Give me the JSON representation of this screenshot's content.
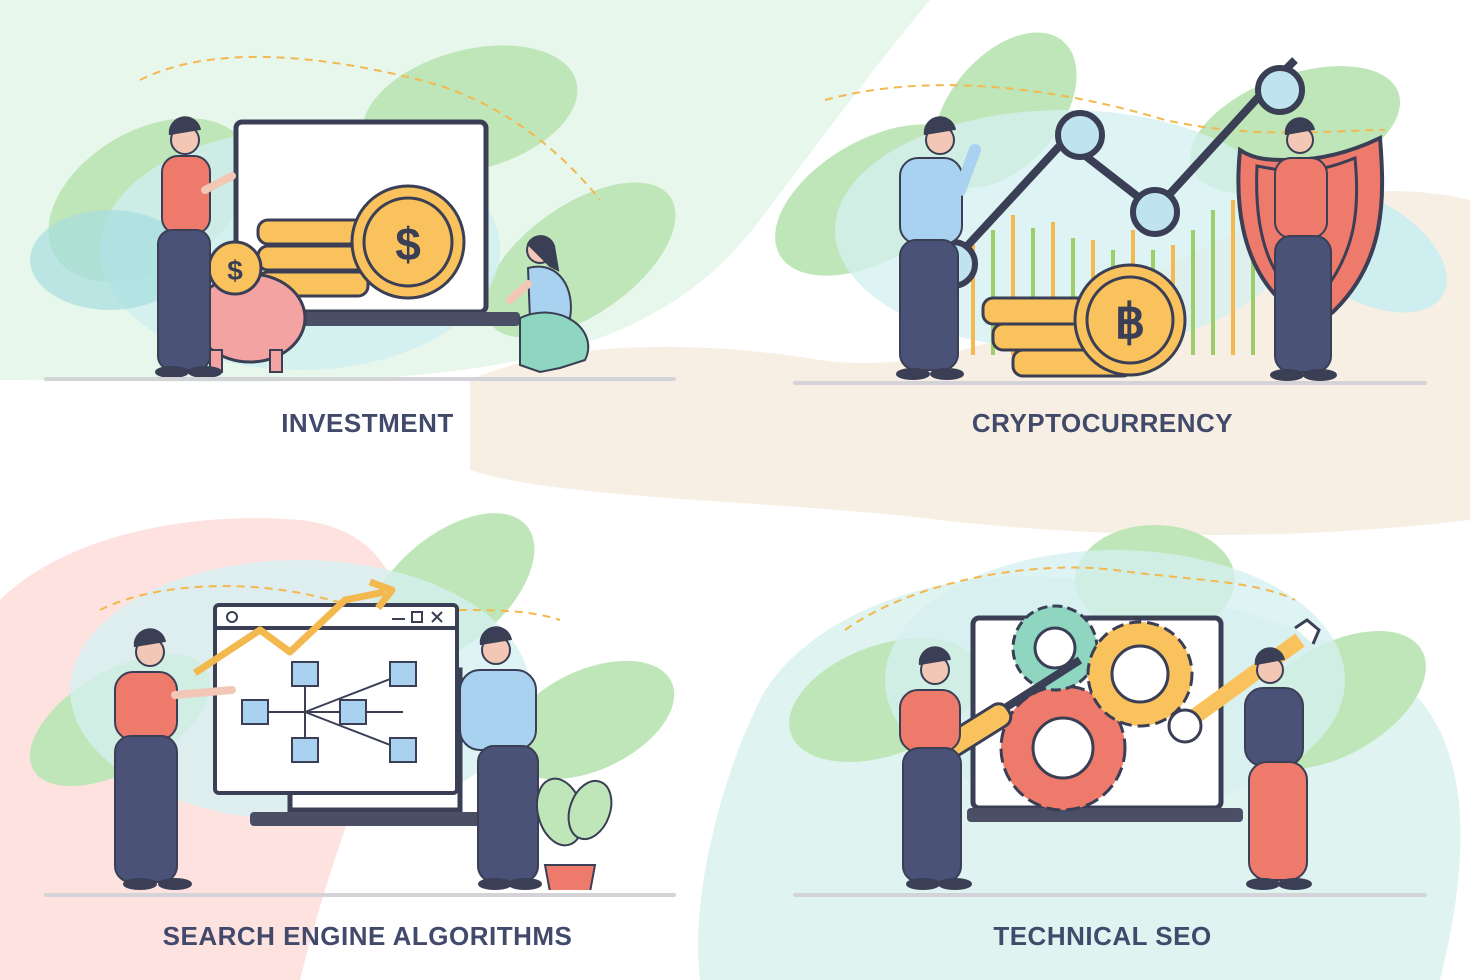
{
  "panels": [
    {
      "title": "INVESTMENT",
      "icon": "piggy-bank-coins-icon"
    },
    {
      "title": "CRYPTOCURRENCY",
      "icon": "bitcoin-chart-icon"
    },
    {
      "title": "SEARCH ENGINE ALGORITHMS",
      "icon": "network-graph-icon"
    },
    {
      "title": "TECHNICAL SEO",
      "icon": "gears-tools-icon"
    }
  ],
  "symbols": {
    "dollar": "$",
    "bitcoin": "฿"
  },
  "colors": {
    "text": "#414a6b",
    "outline": "#3a3f55",
    "coin": "#f9c25c",
    "leaf_green": "#bfe6b8",
    "leaf_teal": "#a7dde0",
    "pink": "#f4a3a3",
    "blue_shirt": "#a9d2f0",
    "red_vest": "#ee7a6b",
    "pants": "#4a5278"
  }
}
